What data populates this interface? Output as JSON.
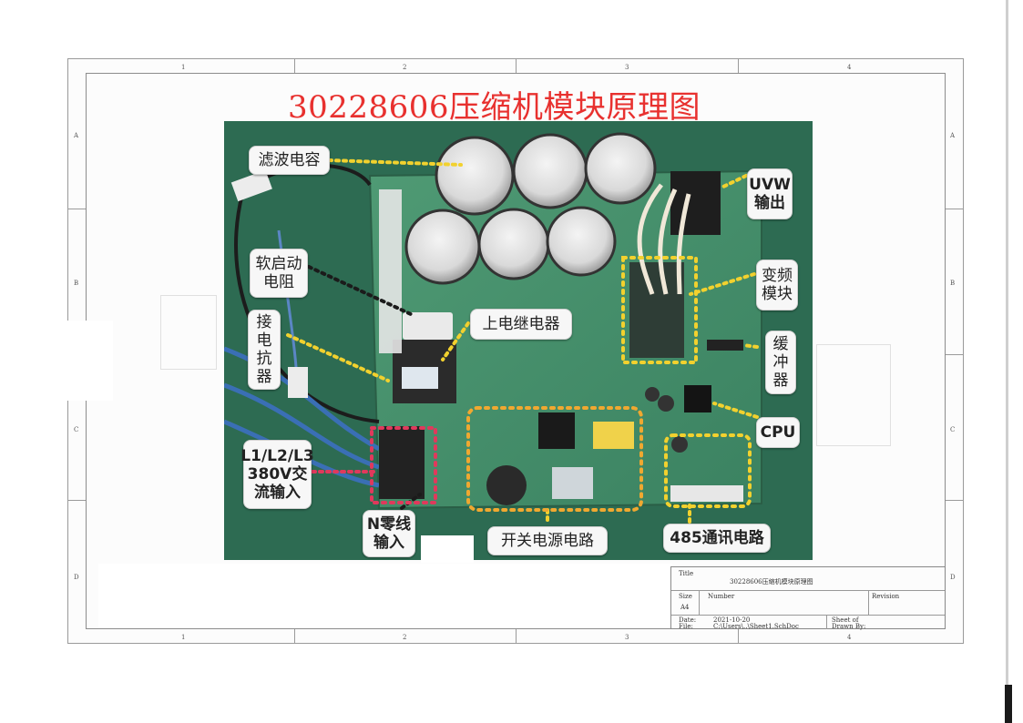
{
  "title": "30228606压缩机模块原理图",
  "colors": {
    "title_red": "#e8312f",
    "board_green": "#2f6f56",
    "yellow_dots": "#f2d12e",
    "red_dots": "#e0395c",
    "orange_dots": "#f0a830"
  },
  "frame": {
    "column_labels": [
      "1",
      "2",
      "3",
      "4"
    ],
    "row_labels": [
      "A",
      "B",
      "C",
      "D"
    ]
  },
  "labels": {
    "filter_cap": "滤波电容",
    "soft_start_1": "软启动",
    "soft_start_2": "电阻",
    "reactor": [
      "接",
      "电",
      "抗",
      "器"
    ],
    "input_1": "L1/L2/L3",
    "input_2": "380V交",
    "input_3": "流输入",
    "relay": "上电继电器",
    "uvw_1": "UVW",
    "uvw_2": "输出",
    "inverter_1": "变频",
    "inverter_2": "模块",
    "buffer": [
      "缓",
      "冲",
      "器"
    ],
    "cpu": "CPU",
    "neutral_1": "N零线",
    "neutral_2": "输入",
    "psu": "开关电源电路",
    "comm": "485通讯电路"
  },
  "title_block": {
    "title_label": "Title",
    "title_value": "30228606压缩机模块原理图",
    "size_label": "Size",
    "size_value": "A4",
    "number_label": "Number",
    "revision_label": "Revision",
    "date_label": "Date:",
    "date_value": "2021-10-20",
    "file_label": "File:",
    "file_value": "C:\\Users\\..\\Sheet1.SchDoc",
    "sheet_label": "Sheet   of",
    "drawn_label": "Drawn By:"
  }
}
